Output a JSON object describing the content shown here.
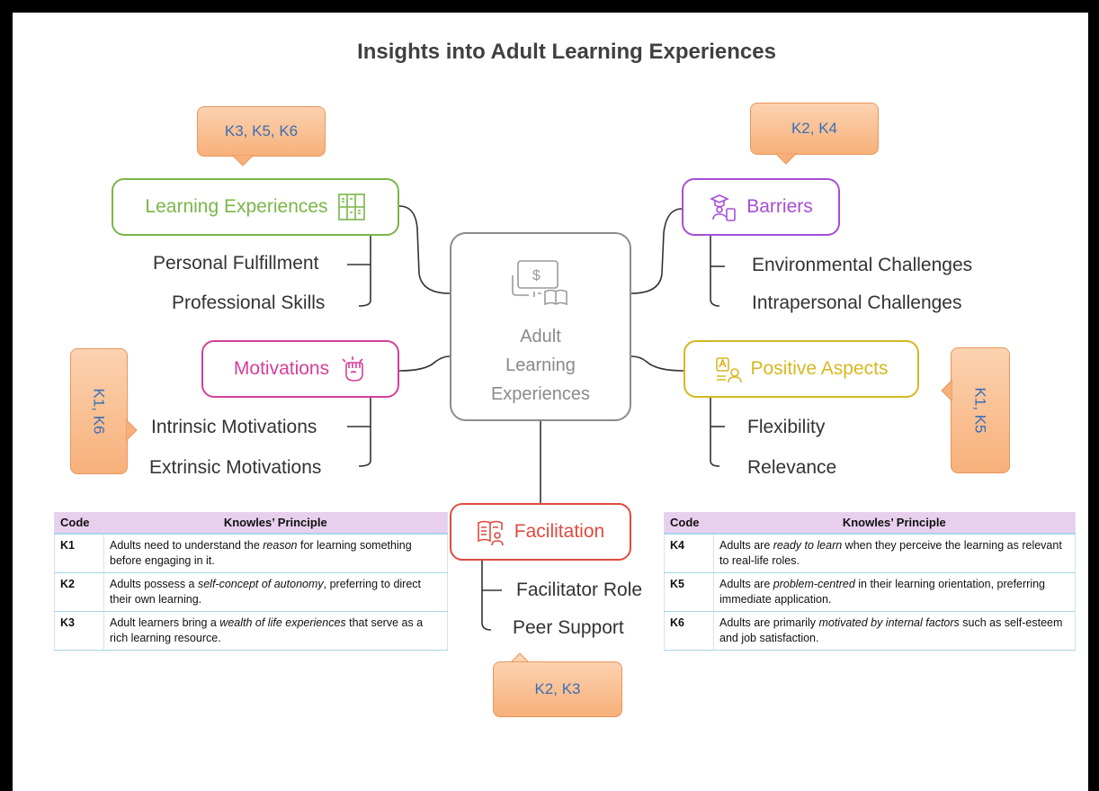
{
  "title": "Insights into Adult Learning Experiences",
  "center": {
    "line1": "Adult",
    "line2": "Learning",
    "line3": "Experiences",
    "icon": "finance-learning-icon"
  },
  "branches": {
    "learning_experiences": {
      "label": "Learning Experiences",
      "color": "#7ab648",
      "icon": "book-shelf-icon",
      "children": [
        "Personal Fulfillment",
        "Professional Skills"
      ],
      "codes": "K3, K5, K6"
    },
    "barriers": {
      "label": "Barriers",
      "color": "#a64fd6",
      "icon": "graduate-phone-icon",
      "children": [
        "Environmental Challenges",
        "Intrapersonal Challenges"
      ],
      "codes": "K2, K4"
    },
    "motivations": {
      "label": "Motivations",
      "color": "#d63f9a",
      "icon": "raised-fist-icon",
      "children": [
        "Intrinsic Motivations",
        "Extrinsic Motivations"
      ],
      "codes": "K1, K6"
    },
    "positive_aspects": {
      "label": "Positive Aspects",
      "color": "#d6b820",
      "icon": "person-badge-icon",
      "children": [
        "Flexibility",
        "Relevance"
      ],
      "codes": "K1, K5"
    },
    "facilitation": {
      "label": "Facilitation",
      "color": "#e04a3f",
      "icon": "open-book-person-icon",
      "children": [
        "Facilitator Role",
        "Peer Support"
      ],
      "codes": "K2, K3"
    }
  },
  "table_left": {
    "headers": [
      "Code",
      "Knowles’ Principle"
    ],
    "rows": [
      {
        "code": "K1",
        "pre": "Adults need to understand the ",
        "em": "reason",
        "post": " for learning something before engaging in it."
      },
      {
        "code": "K2",
        "pre": "Adults possess a ",
        "em": "self-concept of autonomy",
        "post": ", preferring to direct their own learning."
      },
      {
        "code": "K3",
        "pre": "Adult learners bring a ",
        "em": "wealth of life experiences",
        "post": " that serve as a rich learning resource."
      }
    ]
  },
  "table_right": {
    "headers": [
      "Code",
      "Knowles’ Principle"
    ],
    "rows": [
      {
        "code": "K4",
        "pre": "Adults are ",
        "em": "ready to learn",
        "post": " when they perceive the learning as relevant to real-life roles."
      },
      {
        "code": "K5",
        "pre": "Adults are ",
        "em": "problem-centred",
        "post": " in their learning orientation, preferring immediate application."
      },
      {
        "code": "K6",
        "pre": "Adults are primarily ",
        "em": "motivated by internal factors",
        "post": " such as self-esteem and job satisfaction."
      }
    ]
  }
}
